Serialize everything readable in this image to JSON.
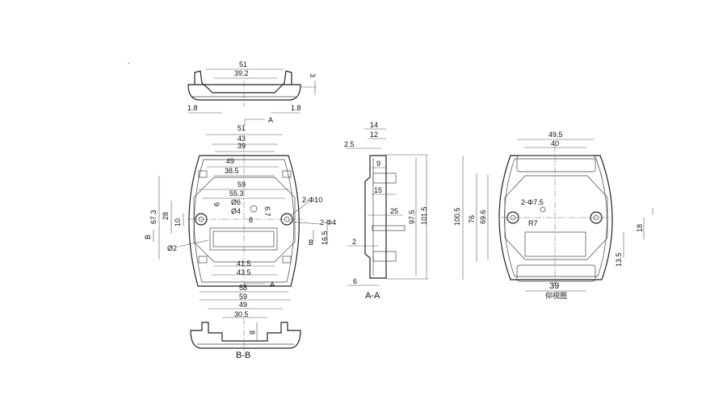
{
  "top_section": {
    "dims": [
      "51",
      "39.2",
      "3",
      "1.8",
      "1.8"
    ],
    "section_mark": "A"
  },
  "front_view": {
    "dims_top": [
      "51",
      "43",
      "39",
      "49",
      "38.5",
      "59",
      "55.3"
    ],
    "holes": [
      "Ø6",
      "Ø4",
      "2-Φ10",
      "2-Φ4",
      "Ø2"
    ],
    "dims_inner": [
      "9",
      "8",
      "6.7",
      "10",
      "28",
      "67.3",
      "16.5"
    ],
    "dims_bottom": [
      "41.5",
      "43.5",
      "58"
    ],
    "section_marks": [
      "A",
      "B",
      "B"
    ]
  },
  "bb_section": {
    "dims": [
      "59",
      "49",
      "30.5",
      "8"
    ],
    "label": "B-B"
  },
  "aa_section": {
    "dims": [
      "14",
      "12",
      "2.5",
      "9",
      "15",
      "25",
      "97.5",
      "101.5",
      "2",
      "6"
    ],
    "label": "A-A"
  },
  "bottom_view": {
    "dims": [
      "49.5",
      "40",
      "100.5",
      "76",
      "69.6",
      "2-Φ7.5",
      "R7",
      "18",
      "13.5",
      "39"
    ],
    "label": "仰视图"
  }
}
